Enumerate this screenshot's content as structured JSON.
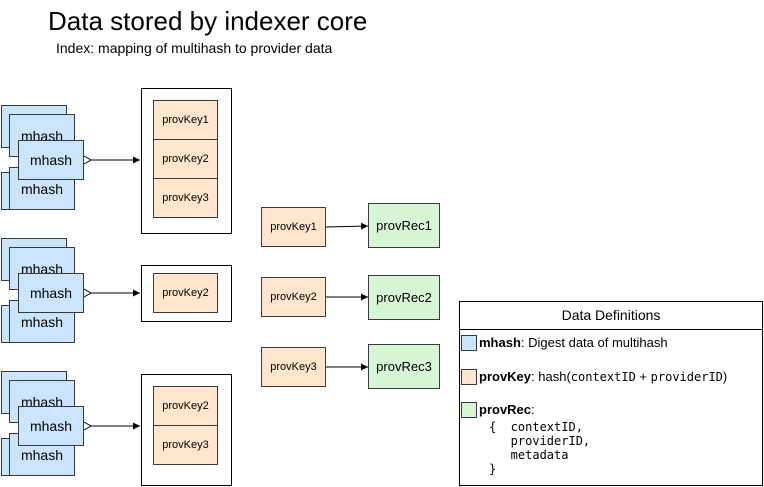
{
  "title": "Data stored by indexer core",
  "subtitle": "Index: mapping of multihash to provider data",
  "colors": {
    "multihash_fill": "#cce5ff",
    "provkey_fill": "#ffe6cc",
    "provrec_fill": "#d5f5d5",
    "stroke": "#36393d"
  },
  "groups": [
    {
      "multihash_labels": [
        "mhash",
        "mhash",
        "mhash"
      ],
      "keys": [
        "provKey1",
        "provKey2",
        "provKey3"
      ]
    },
    {
      "multihash_labels": [
        "mhash",
        "mhash",
        "mhash"
      ],
      "keys": [
        "provKey2"
      ]
    },
    {
      "multihash_labels": [
        "mhash",
        "mhash",
        "mhash"
      ],
      "keys": [
        "provKey2",
        "provKey3"
      ]
    }
  ],
  "mappings": [
    {
      "key": "provKey1",
      "record": "provRec1"
    },
    {
      "key": "provKey2",
      "record": "provRec2"
    },
    {
      "key": "provKey3",
      "record": "provRec3"
    }
  ],
  "definitions": {
    "title": "Data Definitions",
    "mhash_term": "mhash",
    "mhash_desc": ": Digest data of multihash",
    "provkey_term": "provKey",
    "provkey_desc_prefix": ": hash(",
    "provkey_desc_code1": "contextID",
    "provkey_desc_plus": " + ",
    "provkey_desc_code2": "providerID",
    "provkey_desc_suffix": ")",
    "provrec_term": "provRec",
    "provrec_colon": ":",
    "provrec_struct": "{  contextID,\n   providerID,\n   metadata\n}"
  }
}
